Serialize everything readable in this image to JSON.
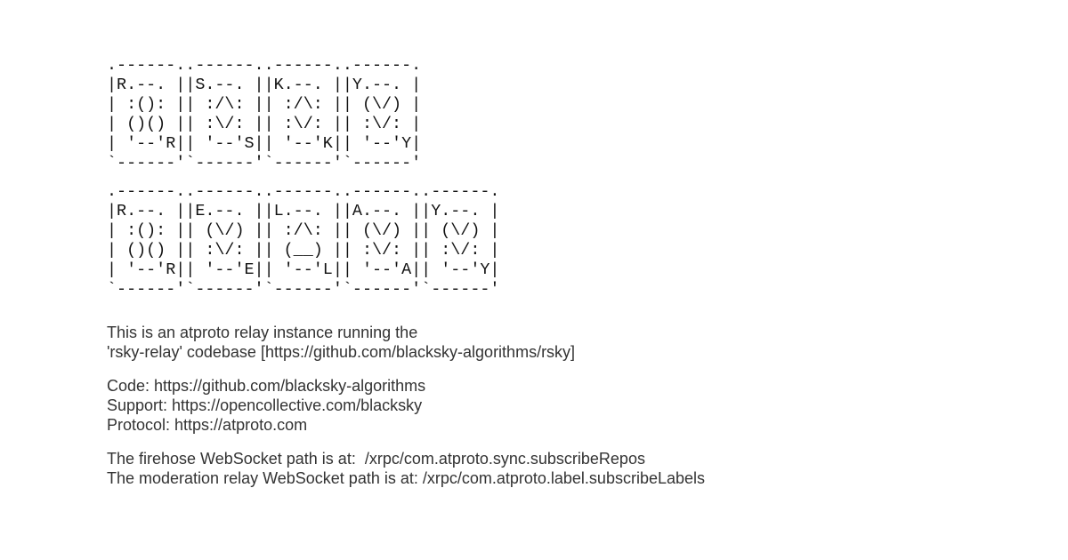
{
  "banners": [
    {
      "lines": [
        ".------..------..------..------.",
        "|R.--. ||S.--. ||K.--. ||Y.--. |",
        "| :(): || :/\\: || :/\\: || (\\/) |",
        "| ()() || :\\/: || :\\/: || :\\/: |",
        "| '--'R|| '--'S|| '--'K|| '--'Y|",
        "`------'`------'`------'`------'"
      ]
    },
    {
      "lines": [
        ".------..------..------..------..------.",
        "|R.--. ||E.--. ||L.--. ||A.--. ||Y.--. |",
        "| :(): || (\\/) || :/\\: || (\\/) || (\\/) |",
        "| ()() || :\\/: || (__) || :\\/: || :\\/: |",
        "| '--'R|| '--'E|| '--'L|| '--'A|| '--'Y|",
        "`------'`------'`------'`------'`------'"
      ]
    }
  ],
  "intro": {
    "line1": "This is an atproto relay instance running the",
    "line2": "'rsky-relay' codebase [https://github.com/blacksky-algorithms/rsky]"
  },
  "links": {
    "code": "Code: https://github.com/blacksky-algorithms",
    "support": "Support: https://opencollective.com/blacksky",
    "protocol": "Protocol: https://atproto.com"
  },
  "paths": {
    "firehose": "The firehose WebSocket path is at:  /xrpc/com.atproto.sync.subscribeRepos",
    "moderation": "The moderation relay WebSocket path is at: /xrpc/com.atproto.label.subscribeLabels"
  }
}
